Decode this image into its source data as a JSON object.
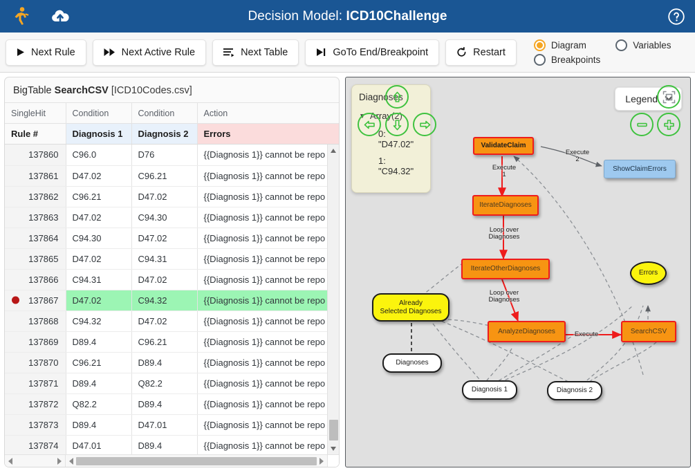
{
  "header": {
    "title_prefix": "Decision Model:",
    "model_name": "ICD10Challenge",
    "runner_icon": "running-man-icon",
    "upload_icon": "cloud-upload-icon",
    "help_icon": "help-circle-icon"
  },
  "toolbar": {
    "buttons": [
      {
        "label": "Next Rule",
        "icon": "play-icon"
      },
      {
        "label": "Next Active Rule",
        "icon": "fast-forward-icon"
      },
      {
        "label": "Next Table",
        "icon": "list-next-icon"
      },
      {
        "label": "GoTo End/Breakpoint",
        "icon": "play-to-end-icon"
      },
      {
        "label": "Restart",
        "icon": "restart-icon"
      }
    ],
    "radios": [
      {
        "label": "Diagram",
        "selected": true
      },
      {
        "label": "Variables",
        "selected": false
      },
      {
        "label": "Breakpoints",
        "selected": false
      }
    ],
    "accent_color": "#f5a623"
  },
  "table_panel": {
    "caption_prefix": "BigTable",
    "caption_name": "SearchCSV",
    "caption_file": "[ICD10Codes.csv]",
    "column_types": [
      "SingleHit",
      "Condition",
      "Condition",
      "Action"
    ],
    "column_names": [
      "Rule #",
      "Diagnosis 1",
      "Diagnosis 2",
      "Errors"
    ],
    "rows": [
      {
        "rule": "137860",
        "d1": "C96.0",
        "d2": "D76",
        "err": "{{Diagnosis 1}} cannot be repo",
        "hit": false,
        "breakpoint": false
      },
      {
        "rule": "137861",
        "d1": "D47.02",
        "d2": "C96.21",
        "err": "{{Diagnosis 1}} cannot be repo",
        "hit": false,
        "breakpoint": false
      },
      {
        "rule": "137862",
        "d1": "C96.21",
        "d2": "D47.02",
        "err": "{{Diagnosis 1}} cannot be repo",
        "hit": false,
        "breakpoint": false
      },
      {
        "rule": "137863",
        "d1": "D47.02",
        "d2": "C94.30",
        "err": "{{Diagnosis 1}} cannot be repo",
        "hit": false,
        "breakpoint": false
      },
      {
        "rule": "137864",
        "d1": "C94.30",
        "d2": "D47.02",
        "err": "{{Diagnosis 1}} cannot be repo",
        "hit": false,
        "breakpoint": false
      },
      {
        "rule": "137865",
        "d1": "D47.02",
        "d2": "C94.31",
        "err": "{{Diagnosis 1}} cannot be repo",
        "hit": false,
        "breakpoint": false
      },
      {
        "rule": "137866",
        "d1": "C94.31",
        "d2": "D47.02",
        "err": "{{Diagnosis 1}} cannot be repo",
        "hit": false,
        "breakpoint": false
      },
      {
        "rule": "137867",
        "d1": "D47.02",
        "d2": "C94.32",
        "err": "{{Diagnosis 1}} cannot be repo",
        "hit": true,
        "breakpoint": true
      },
      {
        "rule": "137868",
        "d1": "C94.32",
        "d2": "D47.02",
        "err": "{{Diagnosis 1}} cannot be repo",
        "hit": false,
        "breakpoint": false
      },
      {
        "rule": "137869",
        "d1": "D89.4",
        "d2": "C96.21",
        "err": "{{Diagnosis 1}} cannot be repo",
        "hit": false,
        "breakpoint": false
      },
      {
        "rule": "137870",
        "d1": "C96.21",
        "d2": "D89.4",
        "err": "{{Diagnosis 1}} cannot be repo",
        "hit": false,
        "breakpoint": false
      },
      {
        "rule": "137871",
        "d1": "D89.4",
        "d2": "Q82.2",
        "err": "{{Diagnosis 1}} cannot be repo",
        "hit": false,
        "breakpoint": false
      },
      {
        "rule": "137872",
        "d1": "Q82.2",
        "d2": "D89.4",
        "err": "{{Diagnosis 1}} cannot be repo",
        "hit": false,
        "breakpoint": false
      },
      {
        "rule": "137873",
        "d1": "D89.4",
        "d2": "D47.01",
        "err": "{{Diagnosis 1}} cannot be repo",
        "hit": false,
        "breakpoint": false
      },
      {
        "rule": "137874",
        "d1": "D47.01",
        "d2": "D89.4",
        "err": "{{Diagnosis 1}} cannot be repo",
        "hit": false,
        "breakpoint": false
      }
    ],
    "hit_row_color": "#9cf5b4",
    "breakpoint_color": "#b81717"
  },
  "diagram_panel": {
    "legend_label": "Legend",
    "variable_card": {
      "title": "Diagnoses",
      "type_label": "Array(2)",
      "items": [
        "0: \"D47.02\"",
        "1: \"C94.32\""
      ]
    },
    "nodes": [
      {
        "id": "ValidateClaim",
        "label": "ValidateClaim",
        "kind": "task-active"
      },
      {
        "id": "ShowClaimErrors",
        "label": "ShowClaimErrors",
        "kind": "task-blue"
      },
      {
        "id": "IterateDiagnoses",
        "label": "IterateDiagnoses",
        "kind": "task-active"
      },
      {
        "id": "IterateOtherDiagnoses",
        "label": "IterateOtherDiagnoses",
        "kind": "task-active"
      },
      {
        "id": "AnalyzeDiagnoses",
        "label": "AnalyzeDiagnoses",
        "kind": "task-active"
      },
      {
        "id": "SearchCSV",
        "label": "SearchCSV",
        "kind": "task-active"
      },
      {
        "id": "Errors",
        "label": "Errors",
        "kind": "variable-ellipse"
      },
      {
        "id": "AlreadySelected",
        "label": "Already\nSelected Diagnoses",
        "kind": "variable-rounded"
      },
      {
        "id": "Diagnoses",
        "label": "Diagnoses",
        "kind": "variable-white"
      },
      {
        "id": "Diagnosis1",
        "label": "Diagnosis 1",
        "kind": "variable-white"
      },
      {
        "id": "Diagnosis2",
        "label": "Diagnosis 2",
        "kind": "variable-white"
      }
    ],
    "edge_labels": [
      {
        "text": "Execute\n1",
        "from": "ValidateClaim",
        "to": "IterateDiagnoses"
      },
      {
        "text": "Execute\n2",
        "from": "ValidateClaim",
        "to": "ShowClaimErrors"
      },
      {
        "text": "Loop over\nDiagnoses",
        "from": "IterateDiagnoses",
        "to": "IterateOtherDiagnoses"
      },
      {
        "text": "Loop over\nDiagnoses",
        "from": "IterateOtherDiagnoses",
        "to": "AnalyzeDiagnoses"
      },
      {
        "text": "Execute",
        "from": "AnalyzeDiagnoses",
        "to": "SearchCSV"
      }
    ],
    "nav_buttons": [
      {
        "name": "pan-up",
        "glyph": "arrow-up-icon"
      },
      {
        "name": "pan-left",
        "glyph": "arrow-left-icon"
      },
      {
        "name": "pan-down",
        "glyph": "arrow-down-icon"
      },
      {
        "name": "pan-right",
        "glyph": "arrow-right-icon"
      },
      {
        "name": "fit-to-screen",
        "glyph": "fit-screen-icon"
      },
      {
        "name": "zoom-out",
        "glyph": "minus-icon"
      },
      {
        "name": "zoom-in",
        "glyph": "plus-icon"
      }
    ],
    "colors": {
      "active_task_fill": "#f79412",
      "active_task_border": "#ee1c1c",
      "other_task_fill": "#9ec9ef",
      "variable_fill": "#fbf40d",
      "canvas": "#e0e0e0",
      "nav_green": "#3fc23f",
      "flow_arrow": "#ee1c1c"
    }
  }
}
